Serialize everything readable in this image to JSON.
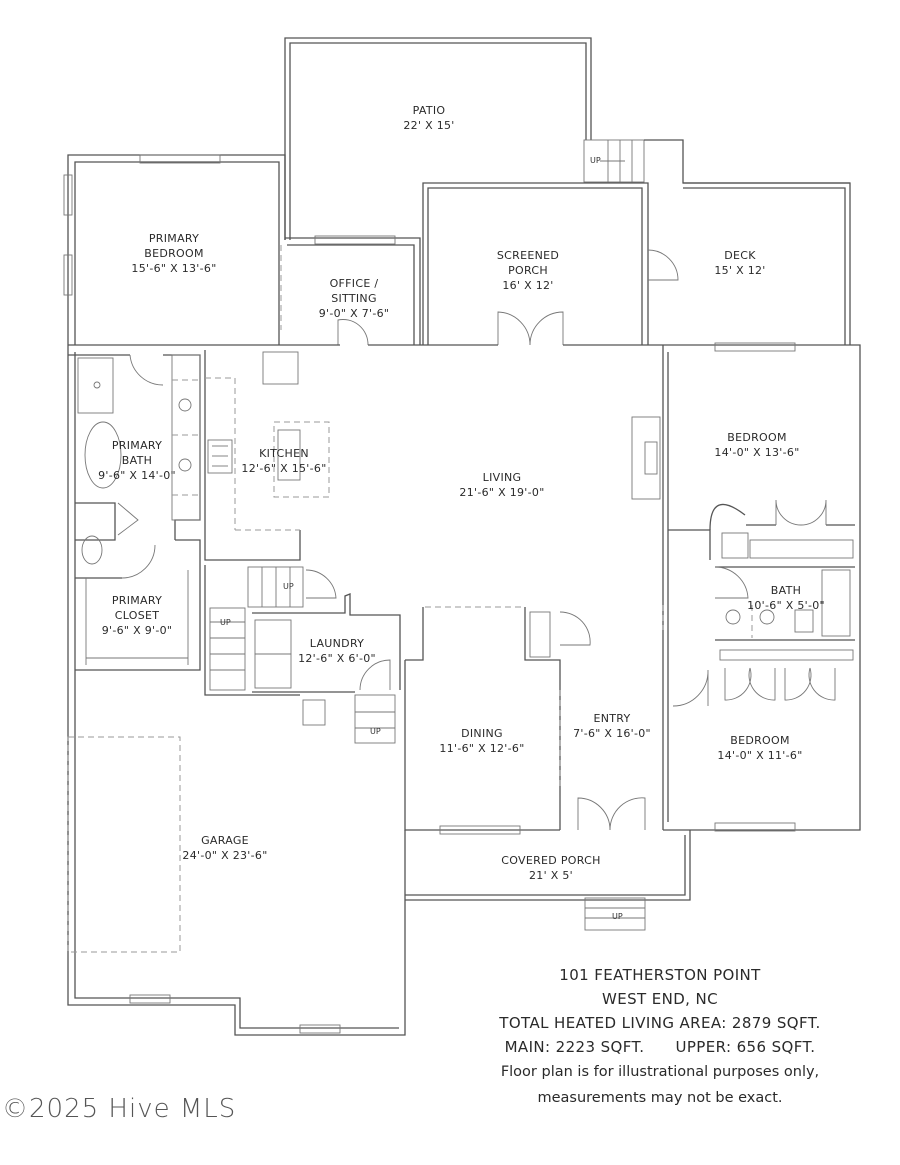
{
  "rooms": {
    "patio": {
      "name": "PATIO",
      "dims": "22' X 15'"
    },
    "primary_bedroom": {
      "name_line1": "PRIMARY",
      "name_line2": "BEDROOM",
      "dims": "15'-6\" X 13'-6\""
    },
    "office": {
      "name_line1": "OFFICE /",
      "name_line2": "SITTING",
      "dims": "9'-0\" X 7'-6\""
    },
    "screened_porch": {
      "name_line1": "SCREENED",
      "name_line2": "PORCH",
      "dims": "16' X 12'"
    },
    "deck": {
      "name": "DECK",
      "dims": "15' X 12'"
    },
    "primary_bath": {
      "name_line1": "PRIMARY",
      "name_line2": "BATH",
      "dims": "9'-6\" X 14'-0\""
    },
    "kitchen": {
      "name": "KITCHEN",
      "dims": "12'-6\" X 15'-6\""
    },
    "living": {
      "name": "LIVING",
      "dims": "21'-6\" X 19'-0\""
    },
    "bedroom_1": {
      "name": "BEDROOM",
      "dims": "14'-0\" X 13'-6\""
    },
    "bath": {
      "name": "BATH",
      "dims": "10'-6\" X 5'-0\""
    },
    "primary_closet": {
      "name_line1": "PRIMARY",
      "name_line2": "CLOSET",
      "dims": "9'-6\" X 9'-0\""
    },
    "laundry": {
      "name": "LAUNDRY",
      "dims": "12'-6\" X 6'-0\""
    },
    "dining": {
      "name": "DINING",
      "dims": "11'-6\" X 12'-6\""
    },
    "entry": {
      "name": "ENTRY",
      "dims": "7'-6\" X 16'-0\""
    },
    "bedroom_2": {
      "name": "BEDROOM",
      "dims": "14'-0\" X 11'-6\""
    },
    "garage": {
      "name": "GARAGE",
      "dims": "24'-0\" X 23'-6\""
    },
    "covered_porch": {
      "name": "COVERED PORCH",
      "dims": "21' X 5'"
    }
  },
  "stairs": {
    "up_label": "UP"
  },
  "footer": {
    "address": "101 FEATHERSTON POINT",
    "city": "WEST END, NC",
    "total_area": "TOTAL HEATED LIVING AREA: 2879 SQFT.",
    "main_area": "MAIN: 2223 SQFT.",
    "upper_area": "UPPER: 656 SQFT.",
    "disclaimer_line1": "Floor plan is for illustrational purposes only,",
    "disclaimer_line2": "measurements may not be exact."
  },
  "watermark": "©2025 Hive MLS"
}
